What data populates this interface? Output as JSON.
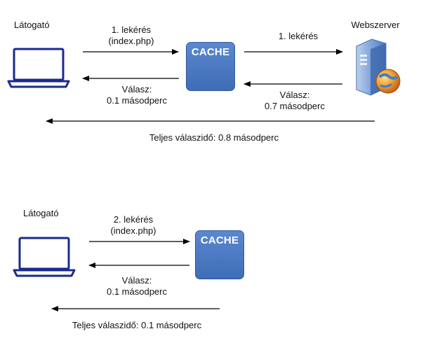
{
  "scenario1": {
    "visitor_label": "Látogató",
    "server_label": "Webszerver",
    "cache_label": "CACHE",
    "req_to_cache_line1": "1. lekérés",
    "req_to_cache_line2": "(index.php)",
    "req_to_server": "1. lekérés",
    "resp_from_cache_line1": "Válasz:",
    "resp_from_cache_line2": "0.1 másodperc",
    "resp_from_server_line1": "Válasz:",
    "resp_from_server_line2": "0.7 másodperc",
    "total": "Teljes válaszidő: 0.8 másodperc"
  },
  "scenario2": {
    "visitor_label": "Látogató",
    "cache_label": "CACHE",
    "req_to_cache_line1": "2. lekérés",
    "req_to_cache_line2": "(index.php)",
    "resp_from_cache_line1": "Válasz:",
    "resp_from_cache_line2": "0.1 másodperc",
    "total": "Teljes válaszidő: 0.1 másodperc"
  },
  "colors": {
    "laptop_outline": "#1a2a8c",
    "cache_fill": "#4a78c0",
    "arrow": "#000000"
  },
  "icons": [
    "laptop-icon",
    "server-globe-icon"
  ]
}
